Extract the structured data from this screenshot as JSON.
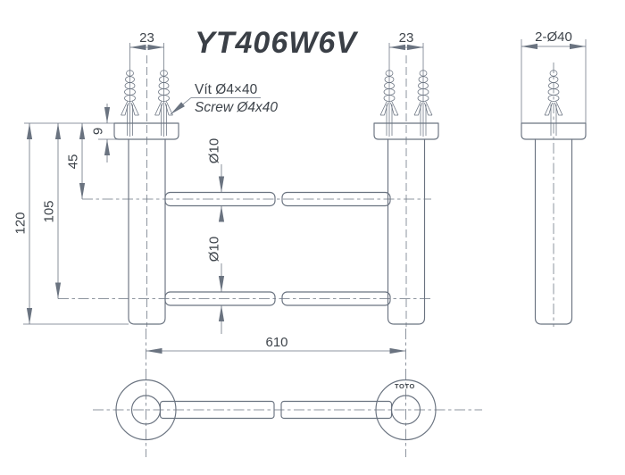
{
  "title": "YT406W6V",
  "colors": {
    "background": "#ffffff",
    "line": "#6a7380",
    "dimension_text": "#3e444b",
    "title_text": "#3a3f46"
  },
  "views": {
    "front": {
      "dims": {
        "screw_spacing_left": "23",
        "screw_spacing_right": "23",
        "flange_thickness": "9",
        "bar1_offset": "45",
        "bar2_offset": "105",
        "post_length": "120",
        "bar1_diameter": "Ø10",
        "bar2_diameter": "Ø10",
        "bar_span": "610"
      },
      "callout": {
        "line1": "Vít Ø4×40",
        "line2": "Screw Ø4x40"
      }
    },
    "side": {
      "dims": {
        "flange_diameter": "2-Ø40"
      }
    },
    "bottom": {
      "logo": "TOTO"
    }
  }
}
